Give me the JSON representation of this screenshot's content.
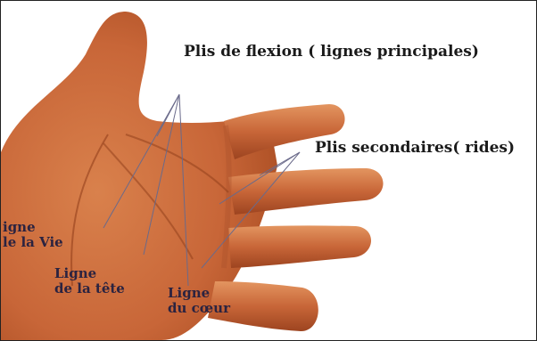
{
  "labels": {
    "flexion_title": "Plis de flexion ( lignes principales)",
    "secondary_title": "Plis secondaires( rides)",
    "ligne_vie": [
      "igne",
      "le la Vie"
    ],
    "ligne_tete": [
      "Ligne",
      "de la tête"
    ],
    "ligne_coeur": [
      "Ligne",
      "du cœur"
    ]
  },
  "colors": {
    "background": "#ffffff",
    "skin": "#c86638",
    "skin_light": "#de8a55",
    "skin_shadow": "#9d4420",
    "label_text": "#2b2340",
    "pointer_line": "#6a6a8a"
  }
}
